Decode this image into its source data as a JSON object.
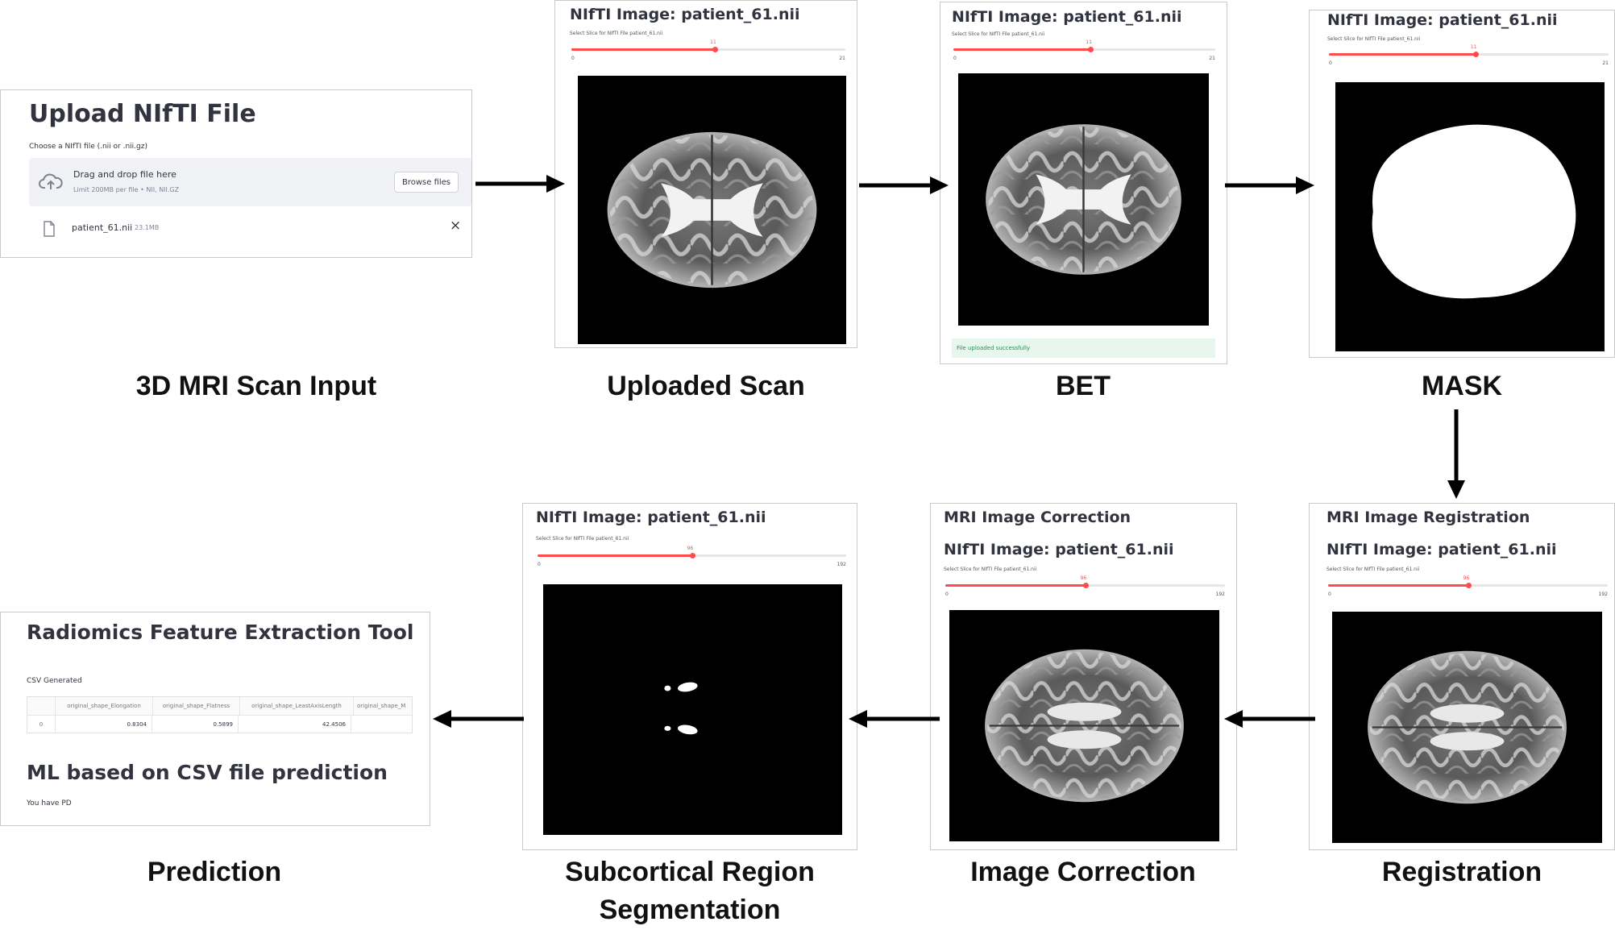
{
  "upload_panel": {
    "title": "Upload NIfTI File",
    "choose_label": "Choose a NIfTI file (.nii or .nii.gz)",
    "dropzone_title": "Drag and drop file here",
    "dropzone_limit": "Limit 200MB per file • NII, NII.GZ",
    "browse_button": "Browse files",
    "file_name": "patient_61.nii",
    "file_size": "23.1MB",
    "remove_glyph": "×"
  },
  "uploaded_panel": {
    "title": "NIfTI Image: patient_61.nii",
    "slider_label": "Select Slice for NIfTI File patient_61.nii",
    "slider_value": "11",
    "slider_min": "0",
    "slider_max": "21",
    "slider_fraction": 0.524
  },
  "bet_panel": {
    "title": "NIfTI Image: patient_61.nii",
    "slider_label": "Select Slice for NIfTI File patient_61.nii",
    "slider_value": "11",
    "slider_min": "0",
    "slider_max": "21",
    "slider_fraction": 0.524,
    "success_message": "File uploaded successfully"
  },
  "mask_panel": {
    "title": "NIfTI Image: patient_61.nii",
    "slider_label": "Select Slice for NIfTI File patient_61.nii",
    "slider_value": "11",
    "slider_min": "0",
    "slider_max": "21",
    "slider_fraction": 0.524
  },
  "registration_panel": {
    "heading": "MRI Image Registration",
    "title": "NIfTI Image: patient_61.nii",
    "slider_label": "Select Slice for NIfTI File patient_61.nii",
    "slider_value": "96",
    "slider_min": "0",
    "slider_max": "192",
    "slider_fraction": 0.5
  },
  "correction_panel": {
    "heading": "MRI Image Correction",
    "title": "NIfTI Image: patient_61.nii",
    "slider_label": "Select Slice for NIfTI File patient_61.nii",
    "slider_value": "96",
    "slider_min": "0",
    "slider_max": "192",
    "slider_fraction": 0.5
  },
  "segmentation_panel": {
    "title": "NIfTI Image: patient_61.nii",
    "slider_label": "Select Slice for NIfTI File patient_61.nii",
    "slider_value": "96",
    "slider_min": "0",
    "slider_max": "192",
    "slider_fraction": 0.5
  },
  "prediction_panel": {
    "title": "Radiomics Feature Extraction Tool",
    "csv_label": "CSV Generated",
    "table_headers": [
      "",
      "original_shape_Elongation",
      "original_shape_Flatness",
      "original_shape_LeastAxisLength",
      "original_shape_M"
    ],
    "table_row": [
      "0",
      "0.8304",
      "0.5899",
      "42.4506",
      ""
    ],
    "ml_title": "ML based on CSV file prediction",
    "result_text": "You have PD"
  },
  "captions": {
    "input": "3D MRI Scan Input",
    "uploaded": "Uploaded Scan",
    "bet": "BET",
    "mask": "MASK",
    "registration": "Registration",
    "correction": "Image Correction",
    "segmentation_line1": "Subcortical Region",
    "segmentation_line2": "Segmentation",
    "prediction": "Prediction"
  },
  "colors": {
    "slider_accent": "#ff4b4b",
    "success_bg": "#e8f7ee",
    "panel_border": "#c9c9c9"
  }
}
